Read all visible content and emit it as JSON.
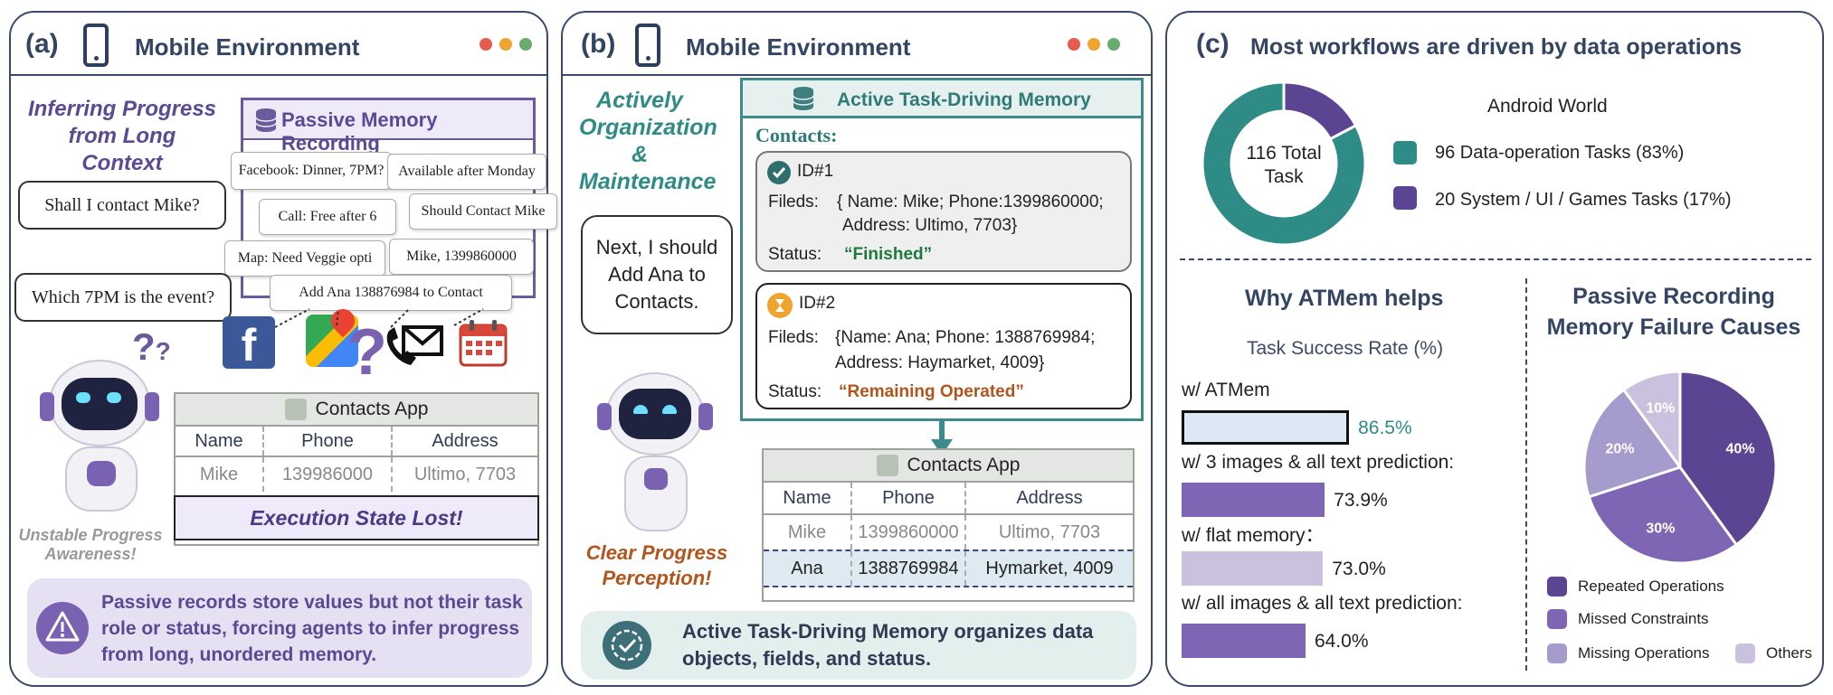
{
  "panel_a": {
    "letter": "(a)",
    "title": "Mobile Environment",
    "inferring": "Inferring Progress from Long Context",
    "passive_title": "Passive Memory Recording",
    "notes": [
      "Facebook: Dinner, 7PM?",
      "Available after Monday",
      "Call: Free after 6",
      "Should Contact Mike",
      "Map: Need Veggie opti",
      "Mike, 1399860000",
      "Add Ana 138876984 to Contact"
    ],
    "bubble1": "Shall I contact Mike?",
    "bubble2": "Which 7PM is the event?",
    "contacts_title": "Contacts App",
    "col_name": "Name",
    "col_phone": "Phone",
    "col_address": "Address",
    "row1": {
      "name": "Mike",
      "phone": "139986000",
      "address": "Ultimo, 7703"
    },
    "lost": "Execution State Lost!",
    "unstable": "Unstable Progress Awareness!",
    "bottom": "Passive records store values but not their task role or status, forcing agents to infer progress from long, unordered memory."
  },
  "panel_b": {
    "letter": "(b)",
    "title": "Mobile Environment",
    "actively": "Actively Organization & Maintenance",
    "active_title": "Active Task-Driving Memory",
    "contacts_label": "Contacts:",
    "card1": {
      "id": "ID#1",
      "filed_label": "Fileds:",
      "filed_l1": "{ Name: Mike; Phone:1399860000;",
      "filed_l2": "Address: Ultimo, 7703}",
      "status_label": "Status:",
      "status": "“Finished”"
    },
    "card2": {
      "id": "ID#2",
      "filed_label": "Fileds:",
      "filed_l1": "{Name: Ana;  Phone: 1388769984;",
      "filed_l2": "Address: Haymarket, 4009}",
      "status_label": "Status:",
      "status": "“Remaining Operated”"
    },
    "bubble": "Next, I should Add Ana to Contacts.",
    "clear": "Clear Progress Perception!",
    "contacts_title": "Contacts App",
    "col_name": "Name",
    "col_phone": "Phone",
    "col_address": "Address",
    "row1": {
      "name": "Mike",
      "phone": "1399860000",
      "address": "Ultimo, 7703"
    },
    "row2": {
      "name": "Ana",
      "phone": "1388769984",
      "address": "Hymarket, 4009"
    },
    "bottom": "Active Task-Driving Memory organizes data objects, fields, and status."
  },
  "panel_c": {
    "letter": "(c)",
    "title": "Most workflows are driven by data operations",
    "donut_center": "116 Total Task",
    "android_world": "Android World",
    "legend1": "96 Data-operation Tasks (83%)",
    "legend2": "20 System / UI / Games Tasks (17%)",
    "why_title": "Why ATMem helps",
    "tsr": "Task Success Rate (%)",
    "passive_title_l1": "Passive Recording",
    "passive_title_l2": "Memory Failure Causes",
    "pie_legend": [
      "Repeated Operations",
      "Missed Constraints",
      "Missing Operations",
      "Others"
    ]
  },
  "colors": {
    "teal": "#2e8b86",
    "purple_dark": "#5b4492",
    "purple_mid": "#7f66b5",
    "purple_light": "#a59bcc",
    "purple_pale": "#c9c1de",
    "green": "#1e7a3c",
    "orange": "#b5531a"
  },
  "chart_data": [
    {
      "type": "pie",
      "categories": [
        "96 Data-operation Tasks (83%)",
        "20 System / UI / Games Tasks (17%)"
      ],
      "values": [
        96,
        20
      ],
      "title": "Most workflows are driven by data operations"
    },
    {
      "type": "bar",
      "categories": [
        "w/ ATMem",
        "w/ 3 images & all text prediction:",
        "w/ flat memory：",
        "w/ all images & all text prediction:"
      ],
      "values": [
        86.5,
        73.9,
        73.0,
        64.0
      ],
      "value_labels": [
        "86.5%",
        "73.9%",
        "73.0%",
        "64.0%"
      ],
      "title": "Why ATMem helps",
      "xlabel": "Task Success Rate (%)",
      "xlim": [
        0,
        100
      ]
    },
    {
      "type": "pie",
      "categories": [
        "Repeated Operations",
        "Missed Constraints",
        "Missing Operations",
        "Others"
      ],
      "values": [
        40,
        30,
        20,
        10
      ],
      "value_labels": [
        "40%",
        "30%",
        "20%",
        "10%"
      ],
      "title": "Passive Recording Memory Failure Causes"
    }
  ]
}
